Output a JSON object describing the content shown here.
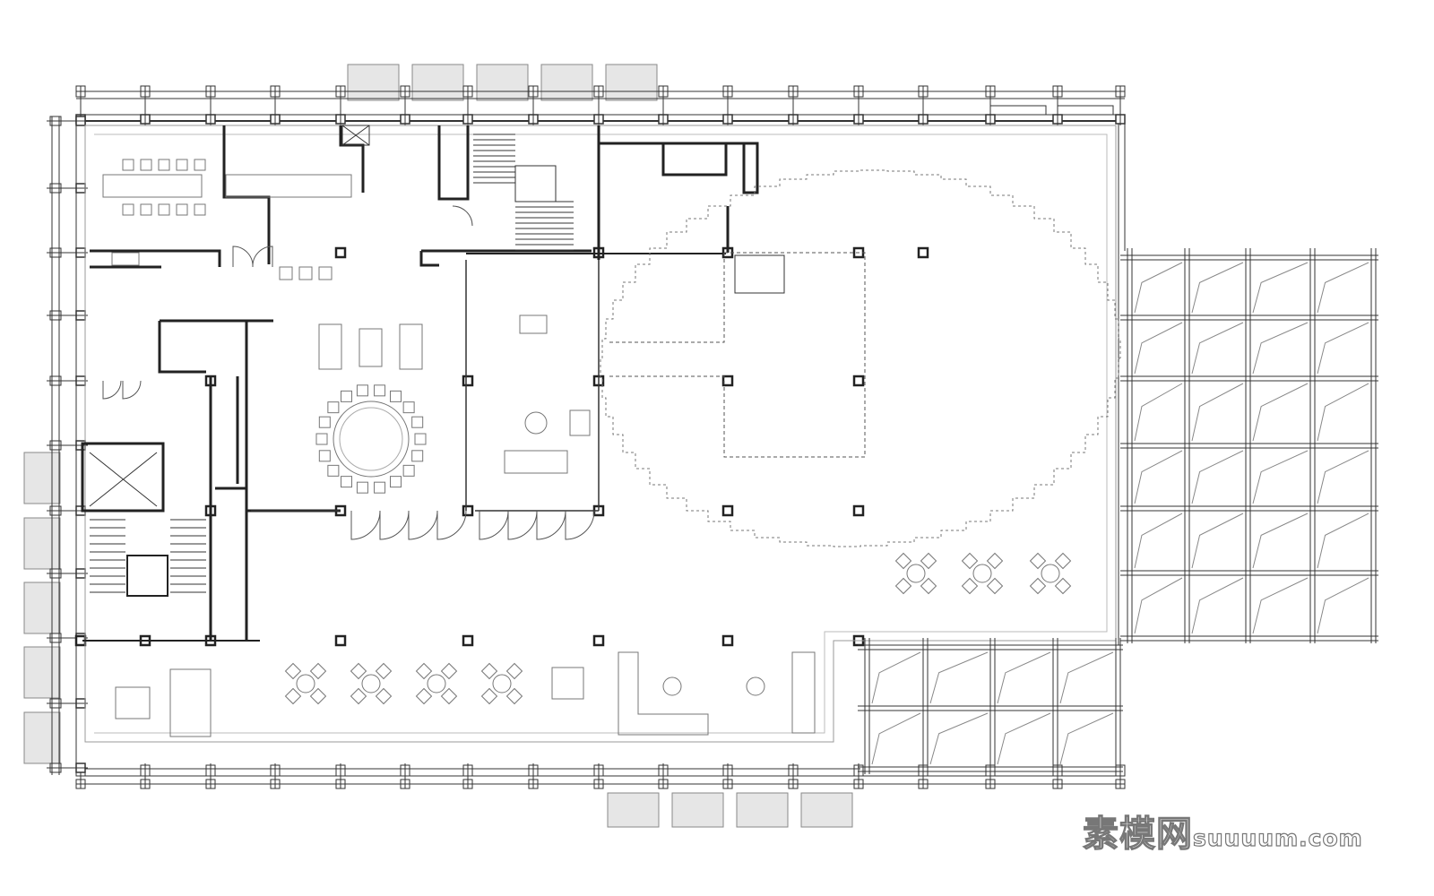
{
  "drawing": {
    "type": "architectural floor plan",
    "colors": {
      "line": "#333333",
      "light_line": "#999999",
      "panel_fill": "#e6e6e6",
      "wall": "#222222"
    }
  },
  "watermark": {
    "brand_cn": "素模网",
    "brand_en": "suuuum.com"
  }
}
